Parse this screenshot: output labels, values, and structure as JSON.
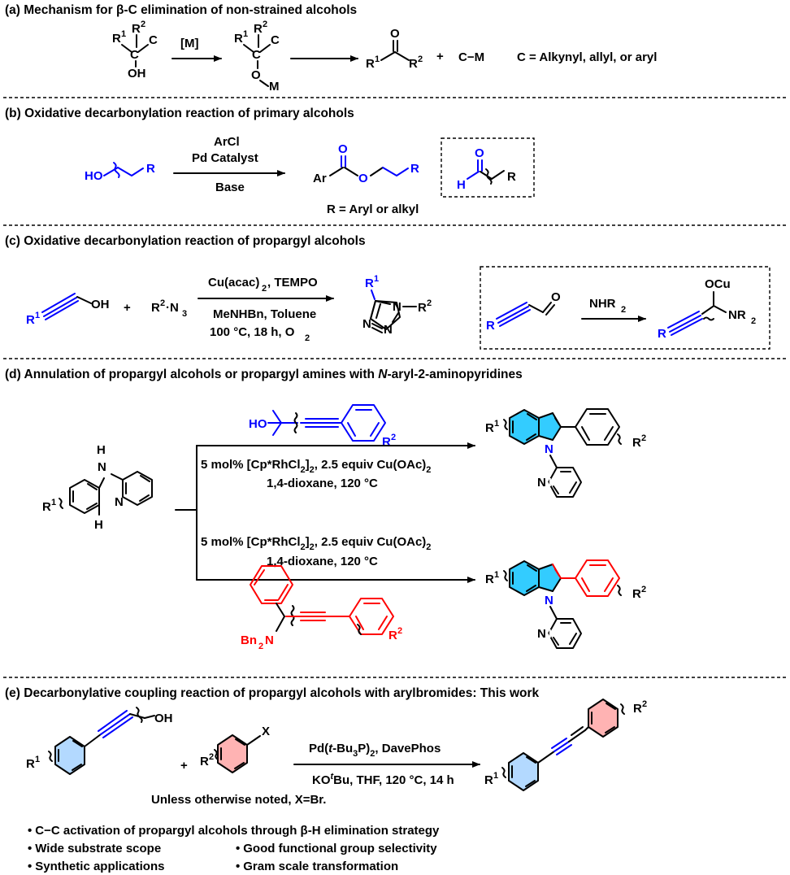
{
  "colors": {
    "blue": "#0000ff",
    "red": "#ff0000",
    "cyan_fill": "#33ccff",
    "pink_fill": "#ffb3b3",
    "lightblue_fill": "#b3d9ff"
  },
  "section_a": {
    "header": "(a) Mechanism for β-C elimination of non-strained alcohols",
    "catalyst": "[M]",
    "plus": "+",
    "metal_species": "C−M",
    "definition": "C = Alkynyl, allyl, or aryl",
    "labels": {
      "R1": "R",
      "R2": "R",
      "sup1": "1",
      "sup2": "2",
      "C": "C",
      "OH": "OH",
      "O": "O",
      "M": "M"
    }
  },
  "section_b": {
    "header": "(b) Oxidative decarbonylation reaction of primary alcohols",
    "reagent_1": "ArCl",
    "reagent_2": "Pd Catalyst",
    "reagent_3": "Base",
    "note": "R = Aryl or alkyl",
    "labels": {
      "HO": "HO",
      "R": "R",
      "Ar": "Ar",
      "O": "O",
      "H": "H"
    }
  },
  "section_c": {
    "header": "(c) Oxidative decarbonylation reaction of propargyl alcohols",
    "reagent_1": "Cu(acac)",
    "reagent_1_sub": "2",
    "reagent_1_rest": ", TEMPO",
    "reagent_2": "MeNHBn, Toluene",
    "reagent_3": "100 °C, 18 h, O",
    "reagent_3_sub": "2",
    "azide": "R",
    "azide_sup": "2",
    "azide_rest": "·N",
    "azide_sub": "3",
    "plus": "+",
    "box_reagent": "NHR",
    "box_reagent_sub": "2",
    "labels": {
      "OH": "OH",
      "R": "R",
      "N": "N",
      "O": "O",
      "OCu": "OCu",
      "NR": "NR",
      "sub2": "2",
      "sup1": "1",
      "sup2": "2"
    }
  },
  "section_d": {
    "header_pre": "(d) Annulation of propargyl alcohols or propargyl amines with ",
    "header_it": "N",
    "header_post": "-aryl-2-aminopyridines",
    "cond_1a": "5 mol% [Cp*RhCl",
    "cond_1b": "]",
    "cond_1c": ", 2.5 equiv Cu(OAc)",
    "cond_2": "1,4-dioxane, 120 °C",
    "labels": {
      "HO": "HO",
      "Bn": "Bn",
      "N": "N",
      "H": "H",
      "R": "R",
      "sub2": "2",
      "sup1": "1",
      "sup2": "2"
    }
  },
  "section_e": {
    "header": "(e) Decarbonylative coupling reaction of propargyl alcohols with arylbromides: This work",
    "reagent_1a": "Pd(",
    "reagent_1b": "t",
    "reagent_1c": "-Bu",
    "reagent_1d": "P)",
    "reagent_1e": ", DavePhos",
    "reagent_2a": "KO",
    "reagent_2b": "t",
    "reagent_2c": "Bu, THF, 120 °C, 14 h",
    "note": "Unless otherwise noted, X=Br.",
    "plus": "+",
    "labels": {
      "OH": "OH",
      "X": "X",
      "R": "R",
      "sup1": "1",
      "sup2": "2",
      "sub3": "3",
      "sub2": "2"
    },
    "bullets": [
      "C−C activation of propargyl alcohols through β-H elimination strategy",
      "Wide substrate scope",
      "Good functional group selectivity",
      "Synthetic applications",
      "Gram scale transformation"
    ],
    "bullet_symbol": "•"
  }
}
